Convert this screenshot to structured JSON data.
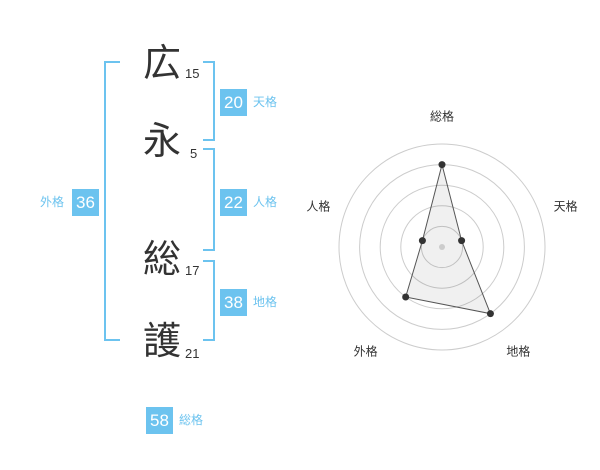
{
  "name": {
    "chars": [
      {
        "char": "広",
        "strokes": "15"
      },
      {
        "char": "永",
        "strokes": "5"
      },
      {
        "char": "総",
        "strokes": "17"
      },
      {
        "char": "護",
        "strokes": "21"
      }
    ]
  },
  "kaku": {
    "tenkaku": {
      "value": "20",
      "label": "天格"
    },
    "jinkaku": {
      "value": "22",
      "label": "人格"
    },
    "chikaku": {
      "value": "38",
      "label": "地格"
    },
    "gaikaku": {
      "value": "36",
      "label": "外格"
    },
    "soukaku": {
      "value": "58",
      "label": "総格"
    }
  },
  "colors": {
    "accent": "#6cc3ef",
    "text": "#333333"
  },
  "chart_data": {
    "type": "radar",
    "axes": [
      "総格",
      "天格",
      "地格",
      "外格",
      "人格"
    ],
    "values": [
      4,
      1,
      4,
      3,
      1
    ],
    "max": 5,
    "rings": 5,
    "grid": true
  }
}
